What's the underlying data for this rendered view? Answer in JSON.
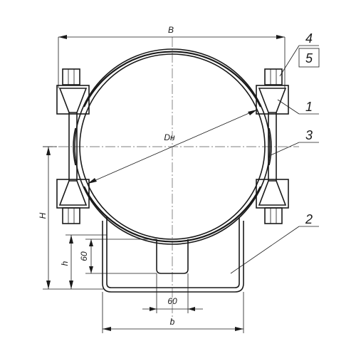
{
  "dimensions": {
    "B": "B",
    "Dn": "Dн",
    "H": "H",
    "h": "h",
    "slot_height": "60",
    "slot_width": "60",
    "b": "b"
  },
  "callouts": {
    "p1": "1",
    "p2": "2",
    "p3": "3",
    "p4": "4",
    "p5": "5"
  }
}
